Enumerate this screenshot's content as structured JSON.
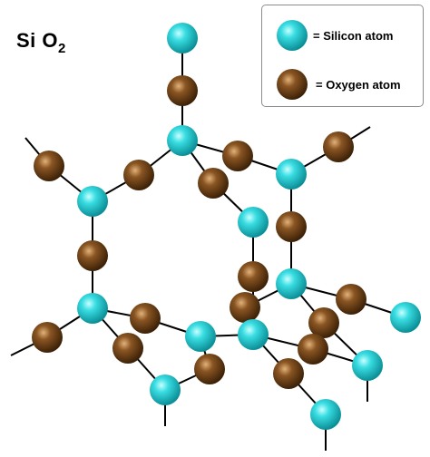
{
  "formula": {
    "element": "Si",
    "element2": "O",
    "subscript": "2"
  },
  "legend": {
    "silicon_label": "= Silicon atom",
    "oxygen_label": "= Oxygen atom"
  },
  "colors": {
    "silicon": "#2fd0d6",
    "oxygen": "#7a4a1c",
    "bond": "#000000",
    "legend_border": "#8c8c8c"
  }
}
